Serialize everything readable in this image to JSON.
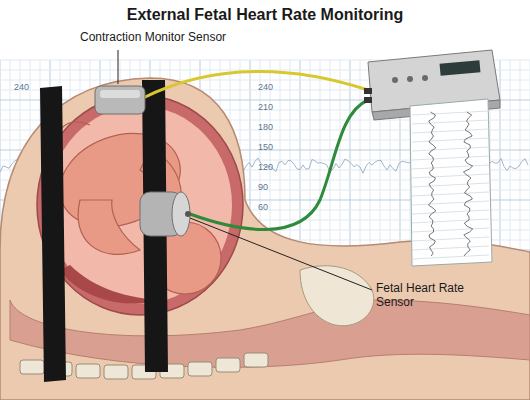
{
  "diagram": {
    "title": "External Fetal Heart Rate Monitoring",
    "labels": [
      "Contraction Monitor Sensor",
      "Fetal Heart Rate Sensor",
      "240",
      "240",
      "210",
      "180",
      "150",
      "120",
      "90",
      "60"
    ]
  }
}
